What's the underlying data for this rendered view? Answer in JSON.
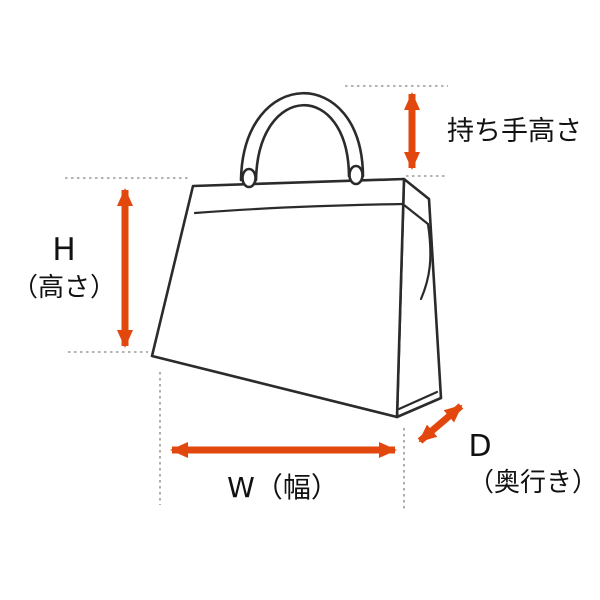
{
  "diagram": {
    "labels": {
      "handle_height": "持ち手高さ",
      "height_symbol": "H",
      "height_name": "（高さ）",
      "width": "W（幅）",
      "depth_symbol": "D",
      "depth_name": "（奥行き）"
    },
    "colors": {
      "arrow": "#e2480e",
      "outline": "#2b2b2b",
      "guide": "#9a9a9a",
      "background": "#ffffff",
      "text": "#111111"
    }
  }
}
